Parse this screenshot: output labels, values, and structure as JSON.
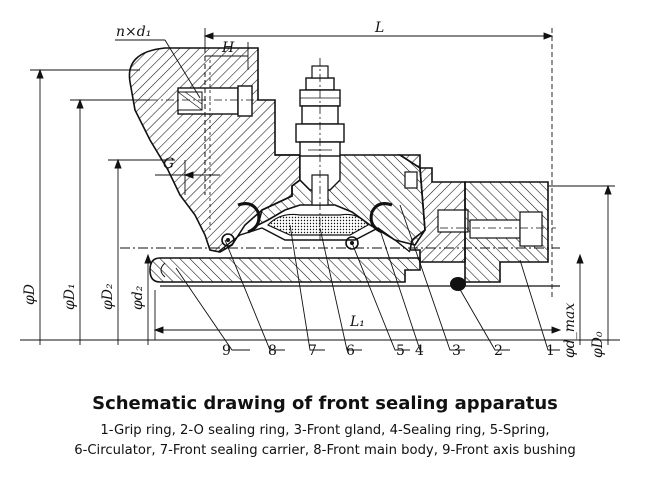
{
  "labels": {
    "n_times_d1": "n×d₁",
    "L": "L",
    "H": "H",
    "G": "G",
    "L1": "L₁",
    "phiD": "φD",
    "phiD1": "φD₁",
    "phiD2": "φD₂",
    "phid2": "φd₂",
    "phidmax": "φd_max",
    "phiD0": "φD₀"
  },
  "part_numbers": [
    "9",
    "8",
    "7",
    "6",
    "5",
    "4",
    "3",
    "2",
    "1"
  ],
  "caption": {
    "title": "Schematic drawing of front sealing apparatus",
    "line1": "1-Grip ring, 2-O sealing ring, 3-Front gland, 4-Sealing ring, 5-Spring,",
    "line2": "6-Circulator, 7-Front sealing carrier, 8-Front main body, 9-Front axis bushing"
  }
}
